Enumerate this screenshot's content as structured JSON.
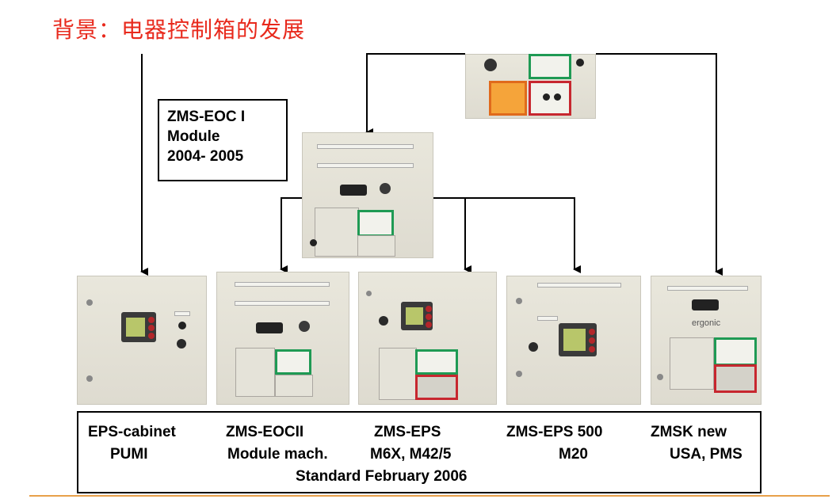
{
  "title": "背景：电器控制箱的发展",
  "module_box": {
    "line1": "ZMS-EOC I",
    "line2": "Module",
    "line3": "2004- 2005"
  },
  "captions": {
    "c1_line1": "EPS-cabinet",
    "c1_line2": "PUMI",
    "c2_line1": "ZMS-EOCII",
    "c2_line2": "Module mach.",
    "c3_line1": "ZMS-EPS",
    "c3_line2": "M6X, M42/5",
    "c4_line1": "ZMS-EPS 500",
    "c4_line2": "M20",
    "c5_line1": "ZMSK new",
    "c5_line2": "USA, PMS",
    "bottom": "Standard February 2006"
  },
  "brand_logo": "ergonic",
  "colors": {
    "title_red": "#e8291c",
    "frame_green": "#1f9a54",
    "frame_red": "#c7272f",
    "footer_orange": "#e8a04a"
  }
}
